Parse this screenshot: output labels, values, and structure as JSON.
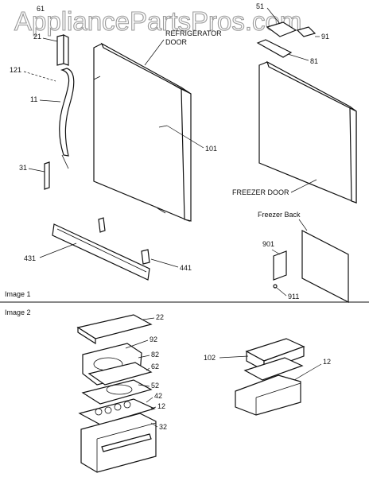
{
  "watermark": "AppliancePartsPros.com",
  "captions": {
    "image1": "Image 1",
    "image2": "Image 2",
    "freezer_back": "Freezer Back",
    "refrigerator_door_line1": "REFRIGERATOR",
    "refrigerator_door_line2": "DOOR",
    "freezer_door": "FREEZER DOOR"
  },
  "callouts": {
    "p61": "61",
    "p21": "21",
    "p121": "121",
    "p11": "11",
    "p31": "31",
    "p101": "101",
    "p431": "431",
    "p441": "441",
    "p51": "51",
    "p91": "91",
    "p81": "81",
    "p901": "901",
    "p911": "911",
    "p22": "22",
    "p92": "92",
    "p82": "82",
    "p62": "62",
    "p52": "52",
    "p42": "42",
    "p12a": "12",
    "p32": "32",
    "p102": "102",
    "p12b": "12"
  }
}
